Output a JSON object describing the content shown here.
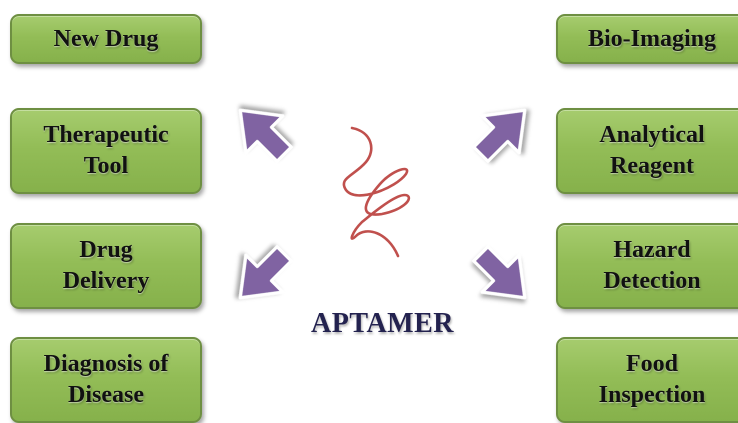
{
  "center": {
    "label": "APTAMER"
  },
  "boxes": {
    "new_drug": "New Drug",
    "therapeutic_tool": "Therapeutic\nTool",
    "drug_delivery": "Drug\nDelivery",
    "diagnosis_of_disease": "Diagnosis of\nDisease",
    "bio_imaging": "Bio-Imaging",
    "analytical_reagent": "Analytical\nReagent",
    "hazard_detection": "Hazard\nDetection",
    "food_inspection": "Food\nInspection"
  },
  "colors": {
    "box_fill": "#93bd57",
    "box_border": "#6e8f42",
    "arrow_fill": "#8064a2",
    "strand": "#c0504d",
    "label_text": "#23224f"
  },
  "icons": {
    "arrows": "purple-block-arrow",
    "strand": "aptamer-strand"
  }
}
